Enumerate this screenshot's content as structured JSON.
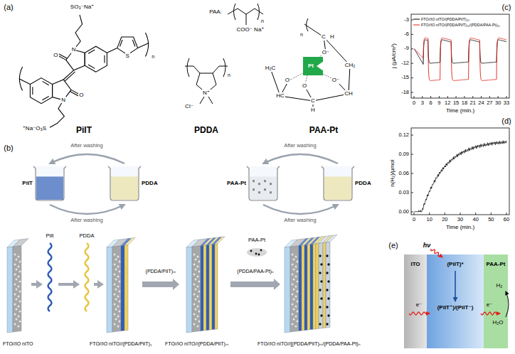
{
  "diagram": {
    "nodes": [
      {
        "text": [
          "ITO"
        ]
      },
      {
        "text": [
          "(PiIT)*",
          "(PiIT⁺)/(PiIT⁻)"
        ]
      },
      {
        "text": [
          "PAA-Pt"
        ]
      }
    ],
    "labels": [
      "(a)",
      "SO₃⁻Na⁺",
      "⁺Na⁻O₃S",
      "N",
      "O",
      "N",
      "O",
      "S",
      "n",
      "PiIT",
      "N⁺",
      "Cl⁻",
      "n",
      "PDDA",
      "PAA:",
      "COO⁻ Na⁺",
      "n",
      "C",
      "H",
      "CH₂",
      "CH",
      "C",
      "H",
      "HC",
      "H₂C",
      "O⁻",
      "O⁻",
      "O",
      "O⁻",
      "Pt",
      "n",
      "PAA-Pt",
      "(b)",
      "After washing",
      "After washing",
      "After washing",
      "After washing",
      "PiIT",
      "PDDA",
      "PAA-Pt",
      "PDDA",
      "PiIt",
      "PDDA",
      "(PDDA/PiIT)ₘ",
      "PAA-Pt",
      "(PDDA/PAA-Pt)ₙ",
      "FTO//IO nITO",
      "FTO//IO nITO//(PDDA/PiIT)₁",
      "FTO//IO nITO//(PDDA/PiIT)ₘ",
      "FTO//IO nITO//[(PDDA/PiIT)ₘ/(PDDA/PAA-Pt)ₙ",
      "(c)",
      "-3",
      "-6",
      "-9",
      "-12",
      "-15",
      "-18",
      "0",
      "3",
      "6",
      "9",
      "12",
      "15",
      "18",
      "21",
      "24",
      "27",
      "30",
      "33",
      "Time (min.)",
      "j (μA/cm²)",
      "(d)",
      "0.00",
      "0.03",
      "0.06",
      "0.09",
      "0.12",
      "0",
      "10",
      "20",
      "30",
      "40",
      "50",
      "60",
      "Time (min.)",
      "n(H₂)/μmol",
      "(e)",
      "hν",
      "e⁻",
      "e⁻",
      "H₂",
      "H₂O"
    ],
    "legend": [
      {
        "text": "FTO//IO nITO/(PDDA/PiIT)₁₀"
      },
      {
        "text": "FTO//IO nITO/(PDDA/PiIT)₁₀/(PDDA/PAA-Pt)₁₀"
      }
    ]
  }
}
